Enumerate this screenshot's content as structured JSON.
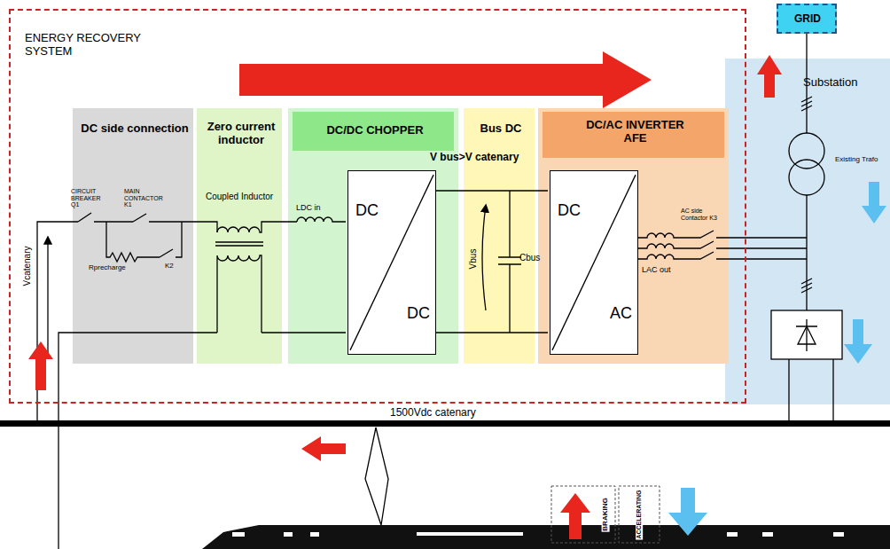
{
  "diagram": {
    "nodes": [
      {
        "text": [
          "ENERGY RECOVERY SYSTEM"
        ]
      },
      {
        "text": [
          "DC side connection"
        ],
        "in": 0
      },
      {
        "text": [
          "Zero current inductor"
        ],
        "in": 0
      },
      {
        "text": [
          "DC/DC CHOPPER"
        ],
        "in": 0
      },
      {
        "text": [
          "DC",
          "DC"
        ],
        "in": 3
      },
      {
        "text": [
          "Bus DC"
        ],
        "in": 0
      },
      {
        "text": [
          "DC/AC INVERTER AFE"
        ],
        "in": 0
      },
      {
        "text": [
          "DC",
          "AC"
        ],
        "in": 6
      },
      {
        "text": [
          "GRID"
        ]
      },
      {
        "text": [
          "Substation"
        ]
      }
    ],
    "edges": [
      {
        "from": 9,
        "to": 8,
        "arrow": "none"
      }
    ],
    "labels": [
      "V bus>V catenary",
      "CIRCUIT BREAKER Q1",
      "MAIN CONTACTOR K1",
      "Rprecharge",
      "K2",
      "Vcatenary",
      "Coupled Inductor",
      "LDC in",
      "Vbus",
      "Cbus",
      "LAC out",
      "AC side Contactor K3",
      "Existing Trafo",
      "1500Vdc catenary",
      "BRAKING",
      "ACCELERATING"
    ]
  }
}
